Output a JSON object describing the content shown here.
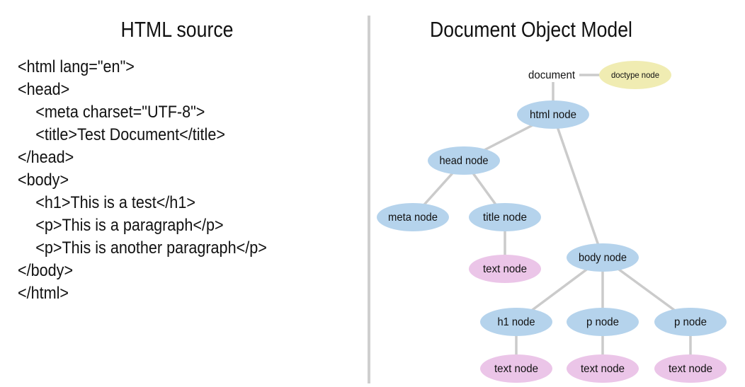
{
  "left_title": "HTML source",
  "right_title": "Document Object Model",
  "source_lines": [
    "<html lang=\"en\">",
    "<head>",
    "<meta charset=\"UTF-8\">",
    "<title>Test Document</title>",
    "</head>",
    "<body>",
    "<h1>This is a test</h1>",
    "<p>This is a paragraph</p>",
    "<p>This is another paragraph</p>",
    "</body>",
    "</html>"
  ],
  "colors": {
    "element_node": "#b5d3ec",
    "text_node": "#ebc5e8",
    "doctype_node": "#f0ecb2",
    "edge": "#cbcbcb"
  },
  "dom": {
    "document": "document",
    "doctype": "doctype node",
    "html": "html node",
    "head": "head node",
    "meta": "meta node",
    "title": "title node",
    "title_text": "text node",
    "body": "body node",
    "h1": "h1 node",
    "p1": "p node",
    "p2": "p node",
    "h1_text": "text node",
    "p1_text": "text node",
    "p2_text": "text node"
  }
}
